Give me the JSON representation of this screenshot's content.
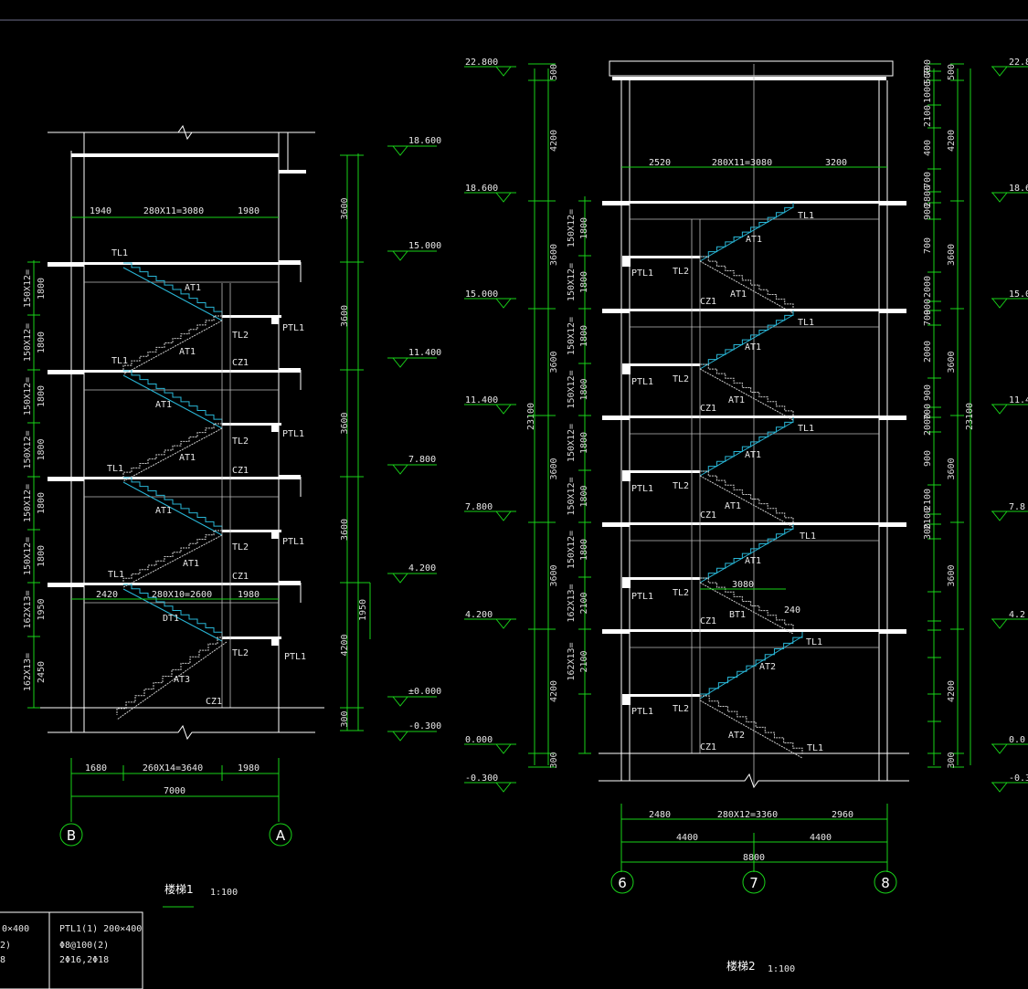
{
  "colors": {
    "background": "#000000",
    "dimension": "#19d219",
    "structure": "#ffffff",
    "stair_flight": "#29b6d6"
  },
  "left": {
    "title": "楼梯1",
    "scale": "1:100",
    "elevations": [
      "18.600",
      "15.000",
      "11.400",
      "7.800",
      "4.200",
      "±0.000",
      "-0.300"
    ],
    "storey_heights": [
      "3600",
      "3600",
      "3600",
      "3600",
      "4200",
      "300"
    ],
    "height_sub": "1950",
    "top_spans": [
      "1940",
      "280X11=3080",
      "1980"
    ],
    "mid_spans": [
      "2420",
      "280X10=2600",
      "1980"
    ],
    "bottom_spans": [
      "1680",
      "260X14=3640",
      "1980"
    ],
    "bottom_total": "7000",
    "axes": [
      "B",
      "A"
    ],
    "left_steps": [
      "150X12=",
      "150X12=",
      "150X12=",
      "150X12=",
      "150X12=",
      "150X12=",
      "162X13=",
      "162X13="
    ],
    "left_step_h": [
      "1800",
      "1800",
      "1800",
      "1800",
      "1800",
      "1800",
      "1950",
      "2450"
    ],
    "labels": {
      "tl1": "TL1",
      "tl2": "TL2",
      "at1": "AT1",
      "ptl1": "PTL1",
      "cz1": "CZ1",
      "dt1": "DT1",
      "at3": "AT3"
    }
  },
  "right": {
    "title": "楼梯2",
    "scale": "1:100",
    "elev_left": [
      "22.800",
      "18.600",
      "15.000",
      "11.400",
      "7.800",
      "4.200",
      "0.000",
      "-0.300"
    ],
    "elev_right": [
      "22.8",
      "18.6",
      "15.0",
      "11.4",
      "7.8",
      "4.2",
      "0.0",
      "-0.3"
    ],
    "inner_left_dims": [
      "500",
      "4200",
      "3600",
      "3600",
      "3600",
      "3600",
      "4200",
      "300"
    ],
    "total_height": "23100",
    "right_dims_a": [
      "700",
      "500",
      "1000",
      "2100",
      "400",
      "700",
      "2800",
      "900",
      "700",
      "2000",
      "900",
      "700",
      "2000",
      "900",
      "700",
      "2000",
      "900",
      "2100",
      "2100",
      "300"
    ],
    "right_dims_b": [
      "500",
      "4200",
      "3600",
      "3600",
      "3600",
      "3600",
      "4200",
      "300"
    ],
    "top_spans": [
      "2520",
      "280X11=3080",
      "3200"
    ],
    "flight_dim": "3080",
    "flight_dim2": "240",
    "bottom_spans": [
      "2480",
      "280X12=3360",
      "2960"
    ],
    "half_spans": [
      "4400",
      "4400"
    ],
    "bottom_total": "8800",
    "axes": [
      "6",
      "7",
      "8"
    ],
    "left_steps": [
      "150X12=",
      "150X12=",
      "150X12=",
      "150X12=",
      "150X12=",
      "150X12=",
      "150X12=",
      "162X13=",
      "162X13="
    ],
    "left_step_h": [
      "1800",
      "1800",
      "1800",
      "1800",
      "1800",
      "1800",
      "1800",
      "2100",
      "2100"
    ],
    "labels": {
      "tl1": "TL1",
      "tl2": "TL2",
      "at1": "AT1",
      "ptl1": "PTL1",
      "cz1": "CZ1",
      "bt1": "BT1",
      "at2": "AT2"
    }
  },
  "table": {
    "cell1_a": "0×400",
    "cell1_b": "2)",
    "cell1_c": "8",
    "cell2_a": "PTL1(1) 200×400",
    "cell2_b": "Φ8@100(2)",
    "cell2_c": "2Φ16,2Φ18"
  }
}
